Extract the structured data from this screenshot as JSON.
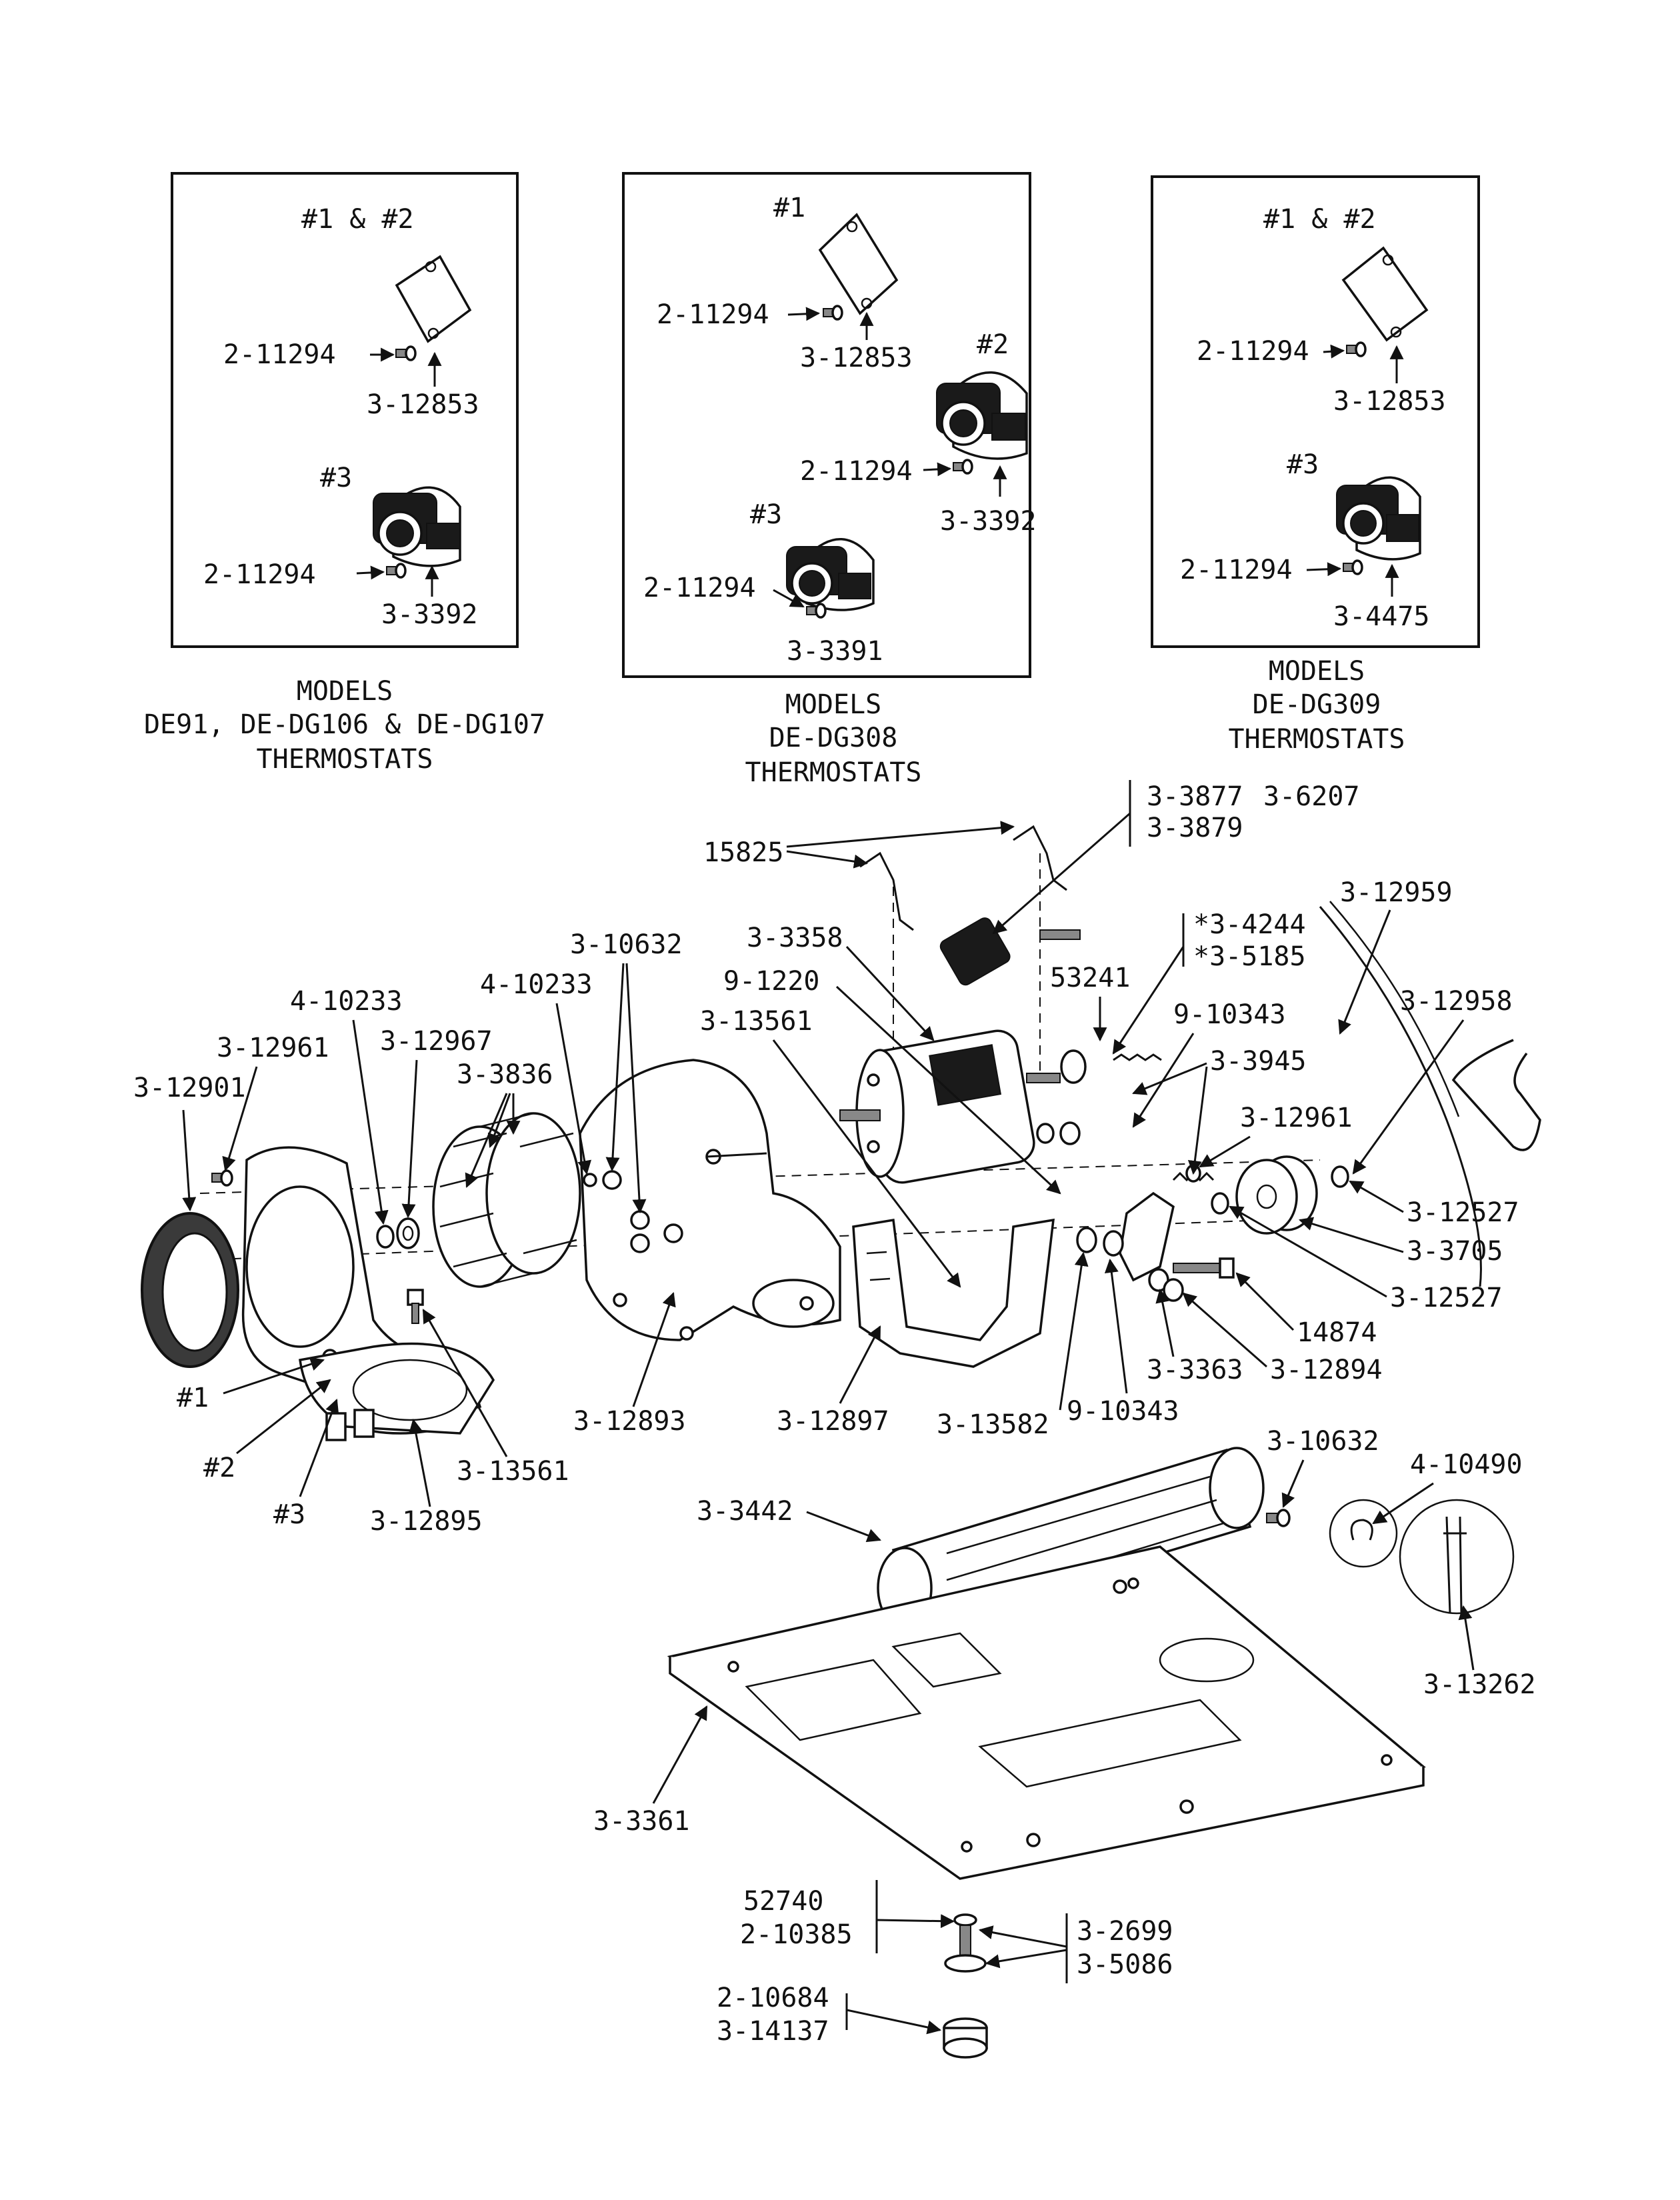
{
  "insets": [
    {
      "labels": {
        "num12": "#1 & #2",
        "screw12": "2-11294",
        "cover12": "3-12853",
        "num3": "#3",
        "screw3": "2-11294",
        "thermo3": "3-3392"
      },
      "caption": [
        "MODELS",
        "DE91, DE-DG106 & DE-DG107",
        "THERMOSTATS"
      ]
    },
    {
      "labels": {
        "num1": "#1",
        "screw1": "2-11294",
        "cover1": "3-12853",
        "num2": "#2",
        "screw2": "2-11294",
        "thermo2": "3-3392",
        "num3": "#3",
        "screw3": "2-11294",
        "thermo3": "3-3391"
      },
      "caption": [
        "MODELS",
        "DE-DG308",
        "THERMOSTATS"
      ]
    },
    {
      "labels": {
        "num12": "#1 & #2",
        "screw12": "2-11294",
        "cover12": "3-12853",
        "num3": "#3",
        "screw3": "2-11294",
        "thermo3": "3-4475"
      },
      "caption": [
        "MODELS",
        "DE-DG309",
        "THERMOSTATS"
      ]
    }
  ],
  "parts": {
    "brackets": "15825",
    "switch_a": "3-3877",
    "switch_b": "3-6207",
    "switch_c": "3-3879",
    "motor": "3-3358",
    "motor_harness": "9-1220",
    "clamp_screw": "3-13561",
    "bearing_a": "*3-4244",
    "bearing_b": "*3-5185",
    "drive_belt": "3-12959",
    "belt": "3-12958",
    "nut": "53241",
    "pulley_washer": "9-10343",
    "spring": "3-3945",
    "idler_washer": "3-12961",
    "washer_a": "3-12527",
    "idler_pulley": "3-3705",
    "washer_b": "3-12527",
    "idler_bolt": "14874",
    "idler_arm": "3-3363",
    "idler_nut": "3-12894",
    "washer_c": "9-10343",
    "bracket_pivot": "3-13582",
    "motor_mount": "3-12897",
    "blower_housing": "3-12893",
    "screw_set": "3-10632",
    "clip_right": "4-10233",
    "clip_left": "4-10233",
    "blower_wheel": "3-3836",
    "hub_nut": "3-12967",
    "screw_front": "3-12961",
    "seal": "3-12901",
    "therm1": "#1",
    "therm2": "#2",
    "therm3": "#3",
    "screw_housing": "3-13561",
    "housing_cover": "3-12895",
    "heater_screw": "3-10632",
    "wire_clip": "4-10490",
    "heater_tube": "3-3442",
    "cable_tie": "3-13262",
    "base": "3-3361",
    "foot_nut_a": "52740",
    "foot_nut_b": "2-10385",
    "leveler_a": "3-2699",
    "leveler_b": "3-5086",
    "foot_pad_a": "2-10684",
    "foot_pad_b": "3-14137"
  }
}
